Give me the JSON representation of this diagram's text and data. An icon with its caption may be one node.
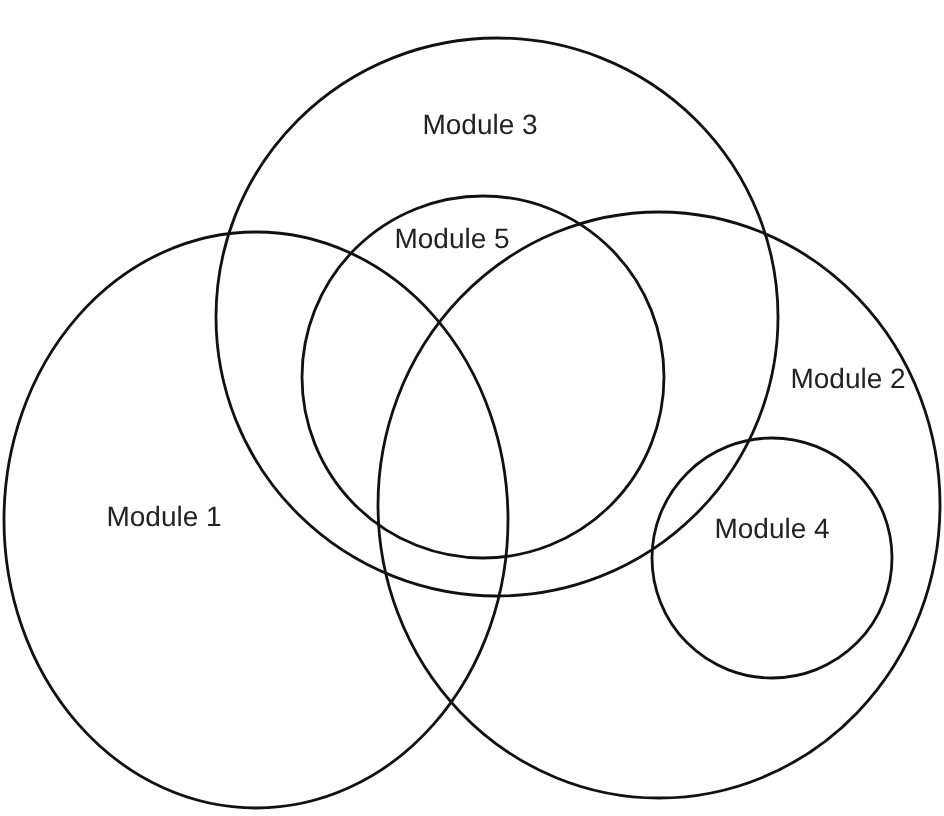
{
  "diagram": {
    "nodes": [
      {
        "text": [
          "Module 3"
        ]
      },
      {
        "text": [
          "Module 5"
        ],
        "in": 0
      },
      {
        "text": [
          "Module 1"
        ]
      },
      {
        "text": [
          "Module 2"
        ]
      },
      {
        "text": [
          "Module 4"
        ],
        "in": 3
      }
    ]
  }
}
